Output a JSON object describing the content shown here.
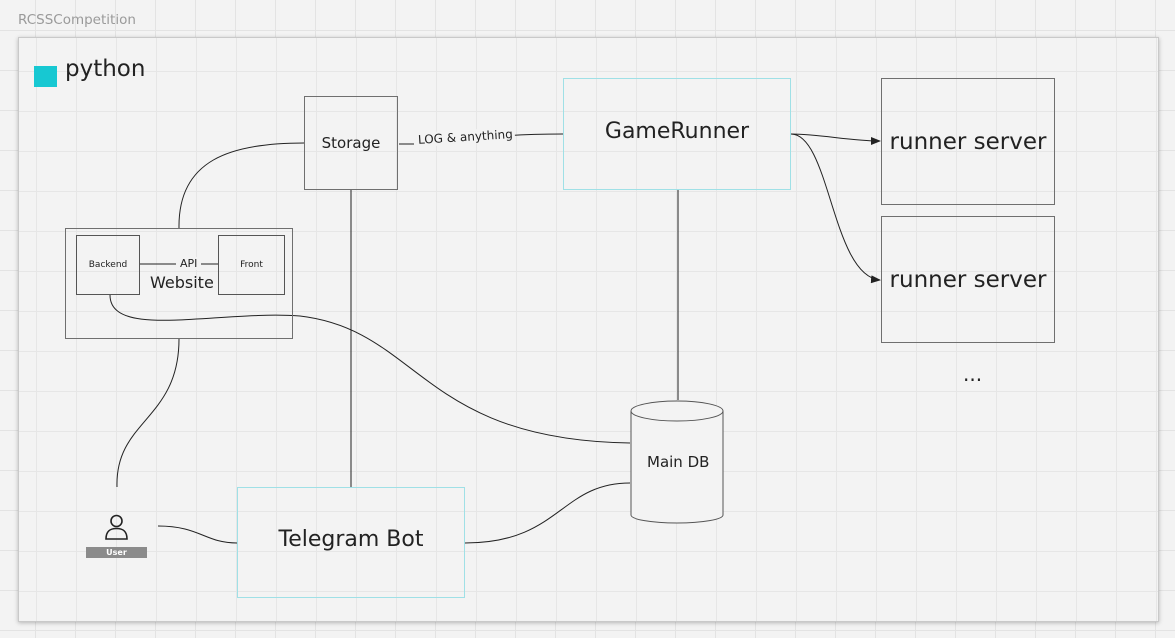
{
  "board": {
    "title": "RCSSCompetition"
  },
  "legend": {
    "label": "python",
    "color": "#17c8d2"
  },
  "nodes": {
    "storage": "Storage",
    "gamerunner": "GameRunner",
    "runner_server_1": "runner server",
    "runner_server_2": "runner server",
    "ellipsis": "...",
    "website": "Website",
    "backend": "Backend",
    "front": "Front",
    "main_db": "Main DB",
    "telegram_bot": "Telegram Bot",
    "user": "User"
  },
  "edges": {
    "storage_gamerunner": "LOG & anything",
    "backend_front": "API"
  }
}
